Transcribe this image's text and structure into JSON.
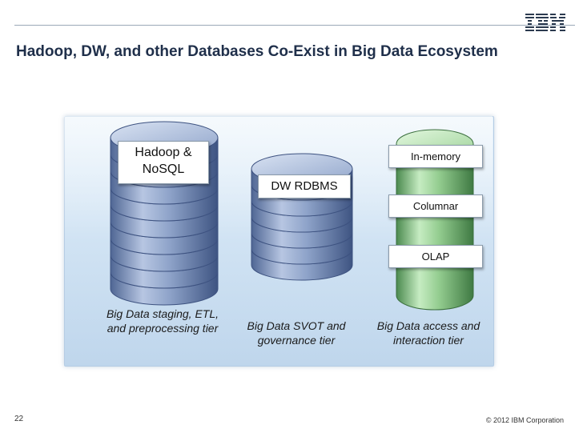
{
  "slide": {
    "title": "Hadoop, DW, and other Databases Co-Exist in Big Data Ecosystem",
    "page_number": "22",
    "copyright": "© 2012 IBM Corporation",
    "logo_text": "IBM"
  },
  "diagram": {
    "hadoop_label": "Hadoop & NoSQL",
    "dw_label": "DW RDBMS",
    "side_labels": [
      "In-memory",
      "Columnar",
      "OLAP"
    ],
    "tiers": {
      "staging": "Big Data staging, ETL, and preprocessing tier",
      "svot": "Big Data SVOT and governance tier",
      "access": "Big Data access and interaction tier"
    }
  },
  "colors": {
    "title": "#1f2f4a",
    "stack_blue": "#7f95be",
    "stack_green": "#8cc48a"
  }
}
